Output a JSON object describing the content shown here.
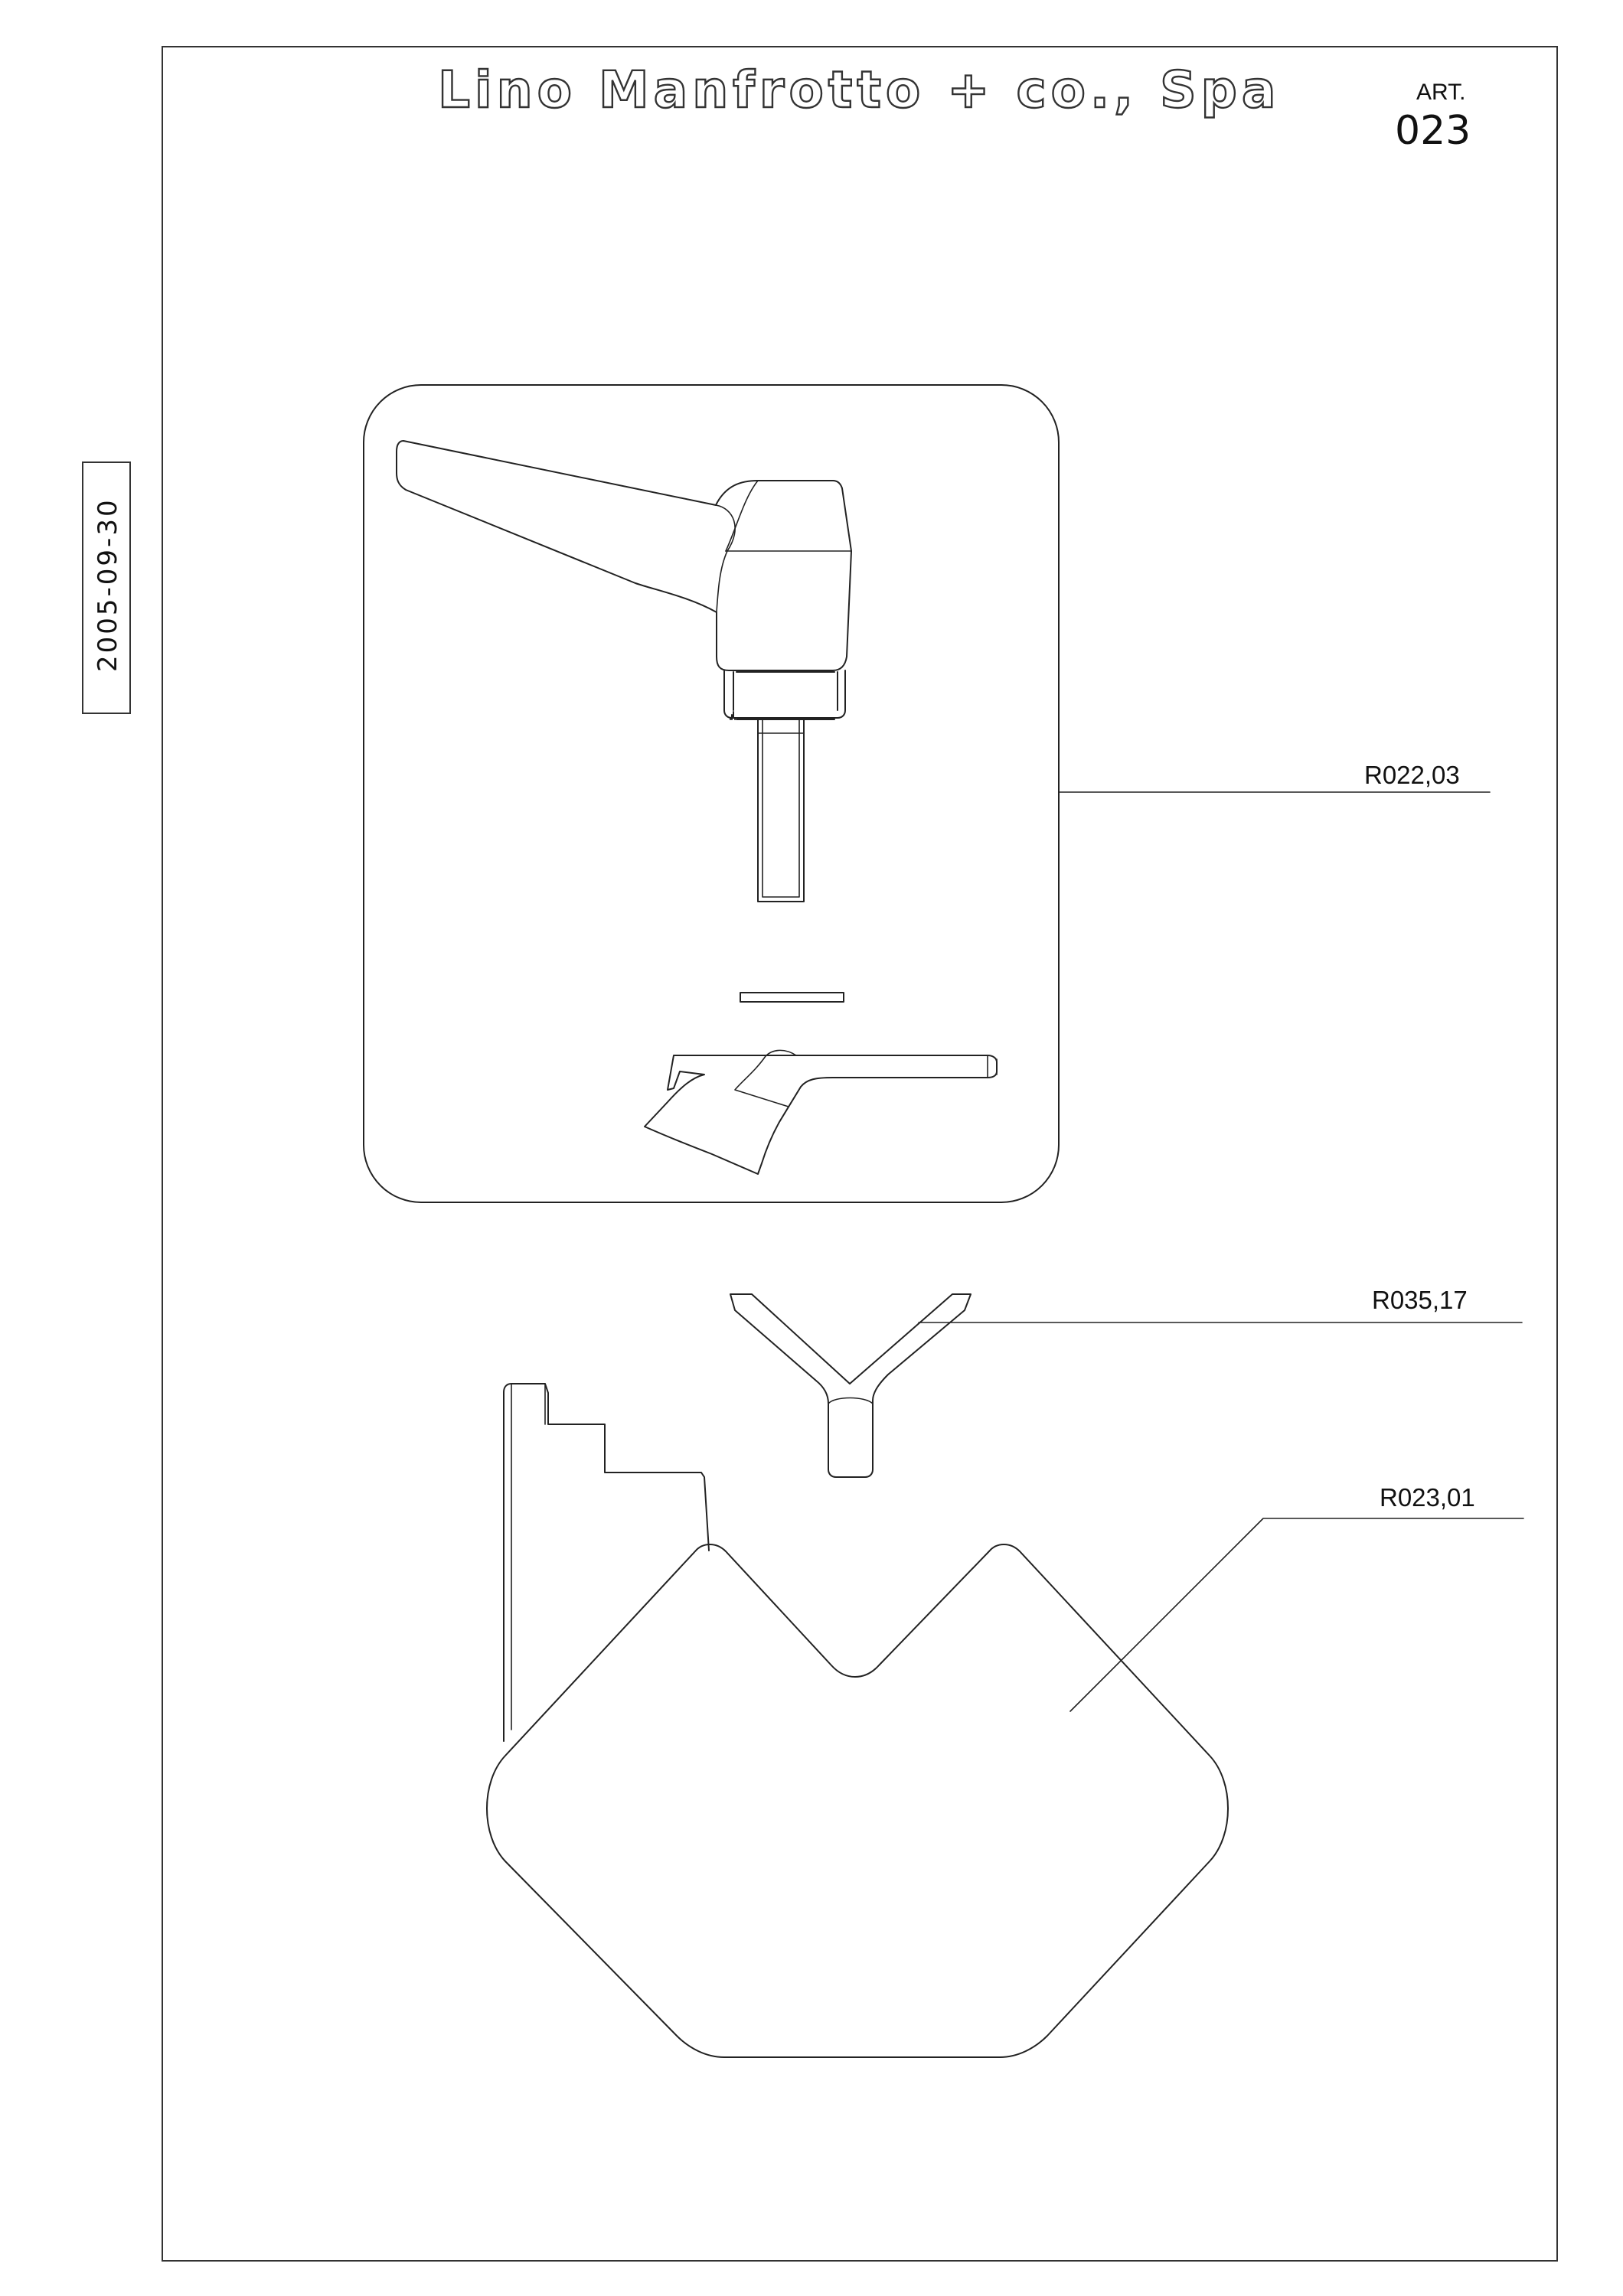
{
  "title_block": {
    "company": "Lino Manfrotto + co., Spa",
    "art_label": "ART.",
    "art_number": "023"
  },
  "date_stamp": "2005-09-30",
  "parts": [
    {
      "code": "R022,03",
      "description": "lever / clamping handle assembly"
    },
    {
      "code": "R035,17",
      "description": "V-shaped support"
    },
    {
      "code": "R023,01",
      "description": "base block"
    }
  ]
}
